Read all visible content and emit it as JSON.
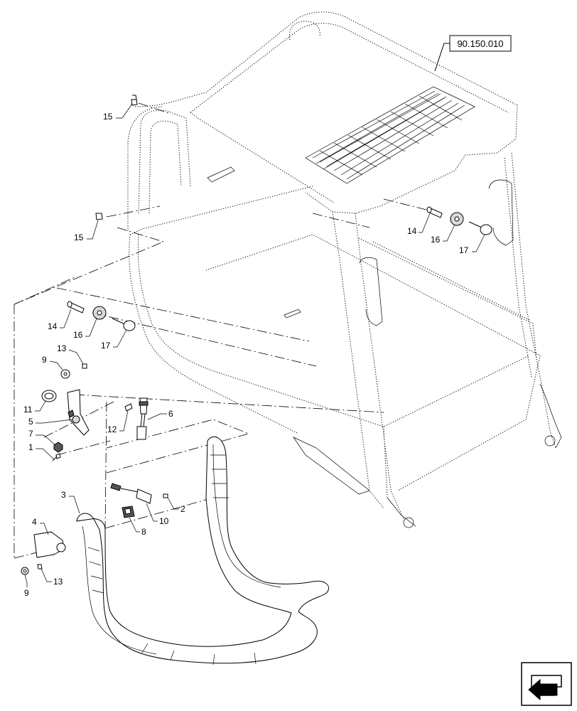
{
  "reference_box": "90.150.010",
  "callouts": {
    "c15a": "15",
    "c15b": "15",
    "c14a": "14",
    "c16a": "16",
    "c17a": "17",
    "c14b": "14",
    "c16b": "16",
    "c17b": "17",
    "c13a": "13",
    "c9a": "9",
    "c11": "11",
    "c5": "5",
    "c7": "7",
    "c1": "1",
    "c12": "12",
    "c6": "6",
    "c3": "3",
    "c2": "2",
    "c10": "10",
    "c8": "8",
    "c4": "4",
    "c13b": "13",
    "c9b": "9"
  },
  "nav_icon": "arrow-navigation-icon"
}
